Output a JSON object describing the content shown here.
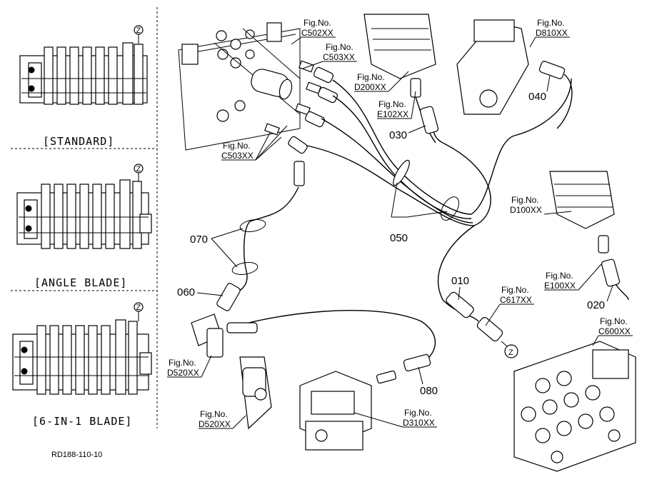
{
  "variants": [
    {
      "label": "[STANDARD]",
      "marker": "Z"
    },
    {
      "label": "[ANGLE BLADE]",
      "marker": "Z"
    },
    {
      "label": "[6-IN-1 BLADE]",
      "marker": "Z"
    }
  ],
  "fig_refs": [
    {
      "prefix": "Fig.No.",
      "code": "C502XX"
    },
    {
      "prefix": "Fig.No.",
      "code": "C503XX"
    },
    {
      "prefix": "Fig.No.",
      "code": "D200XX"
    },
    {
      "prefix": "Fig.No.",
      "code": "E102XX"
    },
    {
      "prefix": "Fig.No.",
      "code": "D810XX"
    },
    {
      "prefix": "Fig.No.",
      "code": "C503XX"
    },
    {
      "prefix": "Fig.No.",
      "code": "D100XX"
    },
    {
      "prefix": "Fig.No.",
      "code": "E100XX"
    },
    {
      "prefix": "Fig.No.",
      "code": "C617XX"
    },
    {
      "prefix": "Fig.No.",
      "code": "C600XX"
    },
    {
      "prefix": "Fig.No.",
      "code": "D520XX"
    },
    {
      "prefix": "Fig.No.",
      "code": "D520XX"
    },
    {
      "prefix": "Fig.No.",
      "code": "D310XX"
    }
  ],
  "part_numbers": [
    "030",
    "040",
    "050",
    "070",
    "060",
    "010",
    "020",
    "080"
  ],
  "connector_marker": "Z",
  "drawing_code": "RD188-110-10"
}
